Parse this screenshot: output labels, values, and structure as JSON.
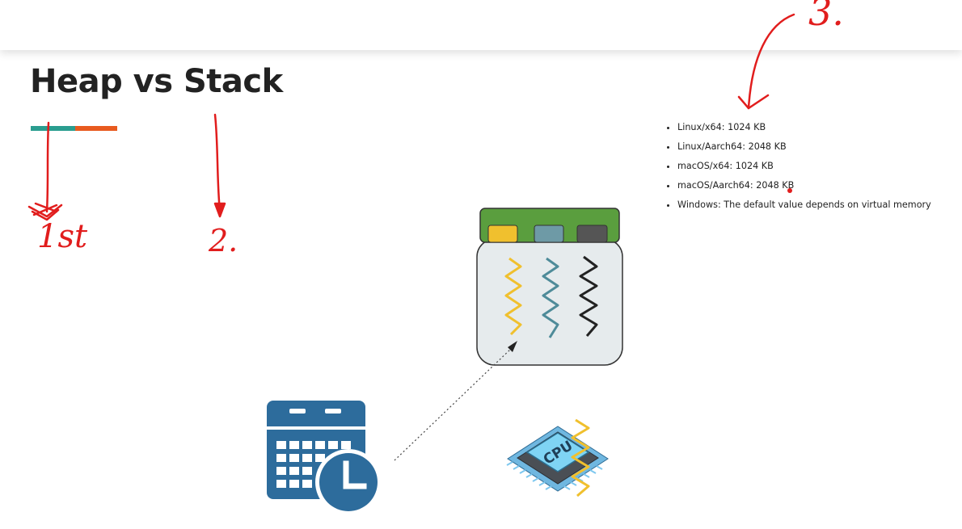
{
  "slide": {
    "title": "Heap vs Stack",
    "accent_colors": [
      "#2a9d8f",
      "#e85a1f"
    ]
  },
  "stack_sizes": [
    "Linux/x64: 1024 KB",
    "Linux/Aarch64: 2048 KB",
    "macOS/x64: 1024 KB",
    "macOS/Aarch64: 2048 KB",
    "Windows: The default value depends on virtual memory"
  ],
  "annotations": {
    "color": "#e11d1d",
    "labels": [
      "1st",
      "2.",
      "3."
    ]
  },
  "illustrations": {
    "jar_lid_color": "#5a9e3e",
    "thread_colors": [
      "#f0c02e",
      "#4e8b99",
      "#333333"
    ],
    "calendar_color": "#2d6c9c",
    "cpu_label": "CPU"
  }
}
